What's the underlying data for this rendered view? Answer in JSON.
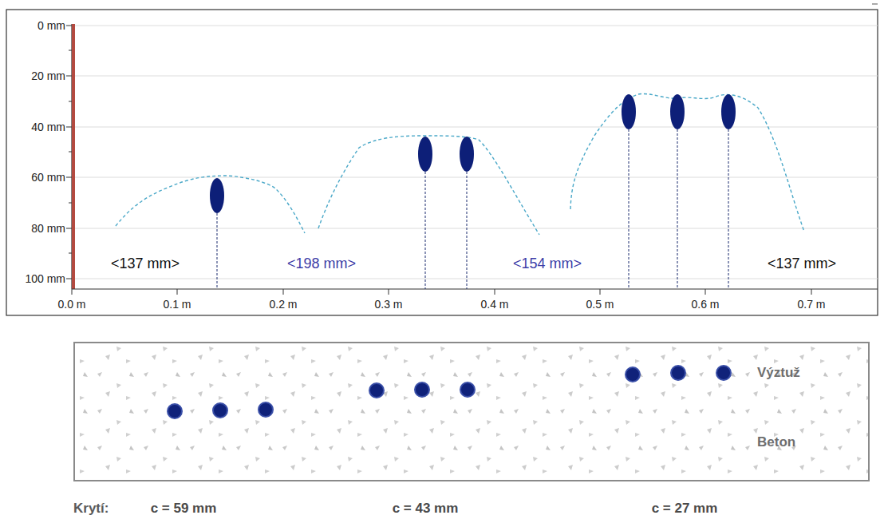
{
  "diagram": {
    "nodes": [
      {
        "text": [
          "Výztuž",
          "Beton"
        ]
      }
    ],
    "labels": [
      "0 mm",
      "20 mm",
      "40 mm",
      "60 mm",
      "80 mm",
      "100 mm",
      "0.0 m",
      "0.1 m",
      "0.2 m",
      "0.3 m",
      "0.4 m",
      "0.5 m",
      "0.6 m",
      "0.7 m",
      "<137 mm>",
      "<198 mm>",
      "<154 mm>",
      "<137 mm>",
      "Krytí:",
      "c = 59 mm",
      "c = 43 mm",
      "c = 27 mm"
    ]
  }
}
